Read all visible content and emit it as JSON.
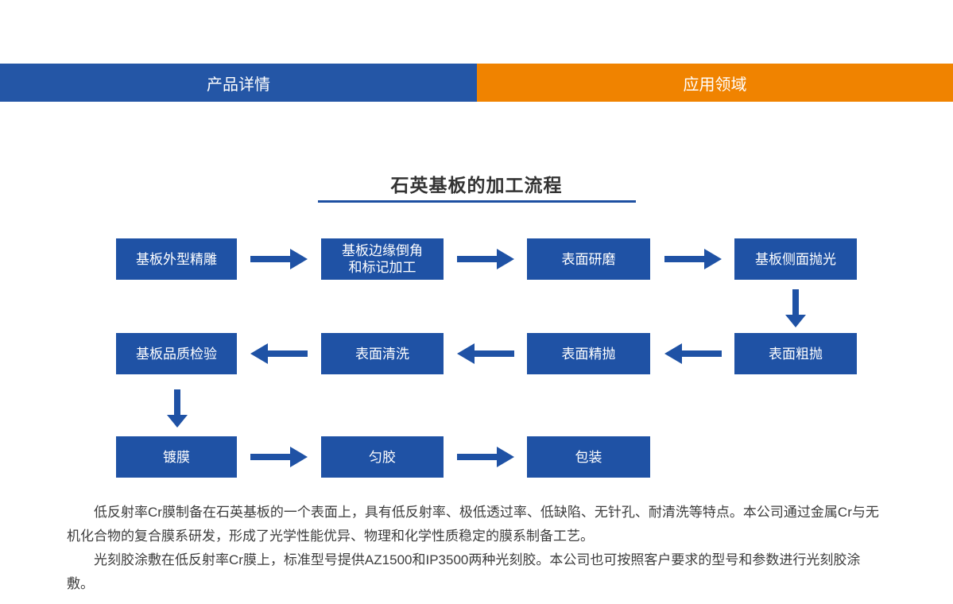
{
  "tabs": {
    "product_details": "产品详情",
    "application_areas": "应用领域"
  },
  "colors": {
    "primary_blue": "#1f52a5",
    "tab_blue": "#2456a6",
    "tab_orange": "#f08300",
    "underline_blue": "#1e50a2"
  },
  "flowchart": {
    "title": "石英基板的加工流程",
    "nodes": {
      "outline_engraving": "基板外型精雕",
      "edge_chamfer_marking": "基板边缘倒角\n和标记加工",
      "surface_grinding": "表面研磨",
      "side_polishing": "基板侧面抛光",
      "rough_polishing": "表面粗抛",
      "fine_polishing": "表面精抛",
      "surface_cleaning": "表面清洗",
      "quality_inspection": "基板品质检验",
      "coating": "镀膜",
      "resist_spreading": "匀胶",
      "packaging": "包装"
    }
  },
  "content": {
    "paragraph1": "低反射率Cr膜制备在石英基板的一个表面上，具有低反射率、极低透过率、低缺陷、无针孔、耐清洗等特点。本公司通过金属Cr与无机化合物的复合膜系研发，形成了光学性能优异、物理和化学性质稳定的膜系制备工艺。",
    "paragraph2": "光刻胶涂敷在低反射率Cr膜上，标准型号提供AZ1500和IP3500两种光刻胶。本公司也可按照客户要求的型号和参数进行光刻胶涂敷。"
  }
}
